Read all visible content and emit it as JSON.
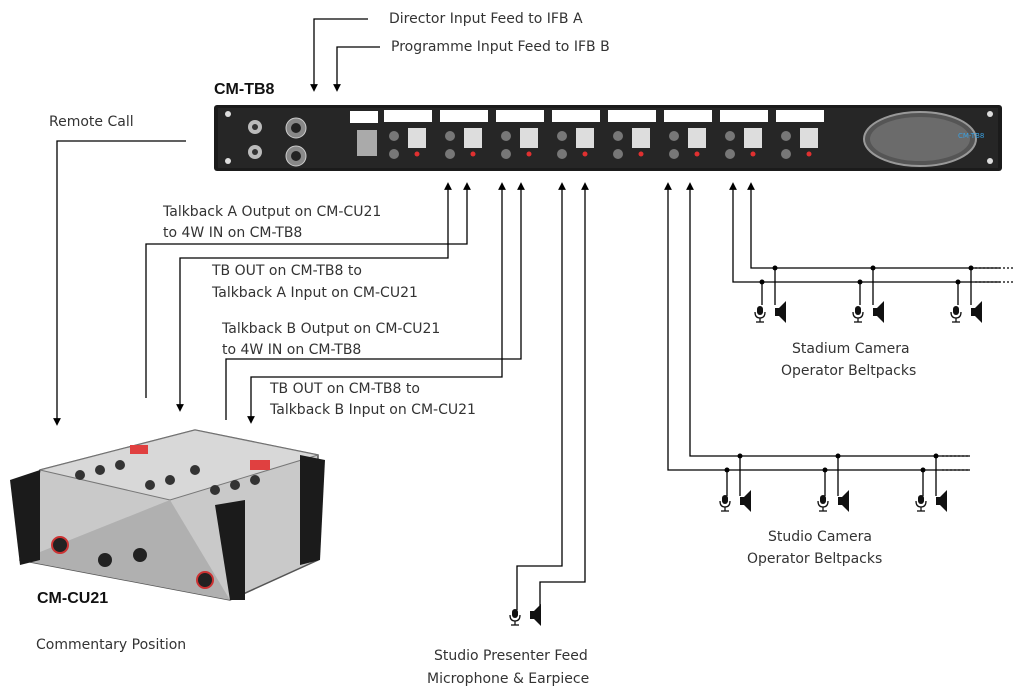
{
  "devices": {
    "rack_name": "CM-TB8",
    "unit_name": "CM-CU21",
    "unit_caption": "Commentary Position"
  },
  "feeds": {
    "director": "Director Input Feed to IFB A",
    "programme": "Programme Input Feed to IFB B",
    "remote_call": "Remote Call"
  },
  "connections": {
    "tb_a_out_line1": "Talkback A Output on CM-CU21",
    "tb_a_out_line2": "to 4W IN on CM-TB8",
    "tb_out_a_line1": "TB OUT on CM-TB8 to",
    "tb_out_a_line2": "Talkback A Input on CM-CU21",
    "tb_b_out_line1": "Talkback B Output on CM-CU21",
    "tb_b_out_line2": "to 4W IN on CM-TB8",
    "tb_out_b_line1": "TB OUT on CM-TB8 to",
    "tb_out_b_line2": "Talkback B Input on CM-CU21"
  },
  "groups": {
    "stadium_line1": "Stadium Camera",
    "stadium_line2": "Operator Beltpacks",
    "studio_line1": "Studio Camera",
    "studio_line2": "Operator Beltpacks",
    "presenter_line1": "Studio Presenter Feed",
    "presenter_line2": "Microphone & Earpiece"
  },
  "panel": {
    "brand_badge": "CM-TB8"
  }
}
